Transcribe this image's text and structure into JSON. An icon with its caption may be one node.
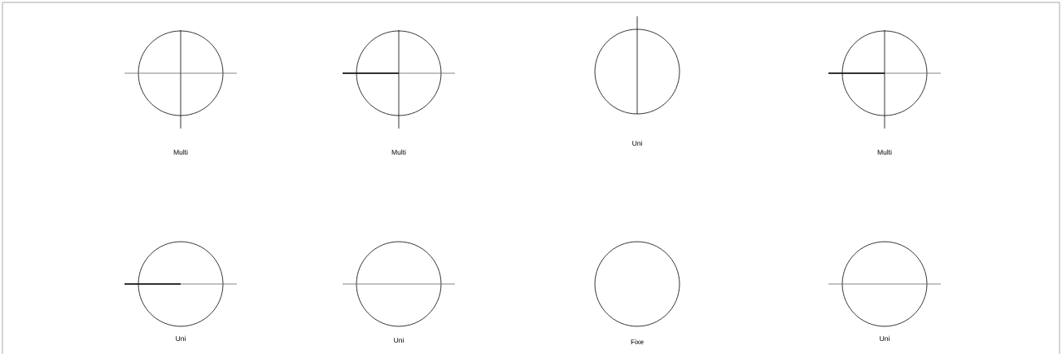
{
  "diagram": {
    "labels": [
      "Multi",
      "Multi",
      "Uni",
      "Multi",
      "Uni",
      "Uni",
      "Fixe",
      "Uni"
    ]
  }
}
